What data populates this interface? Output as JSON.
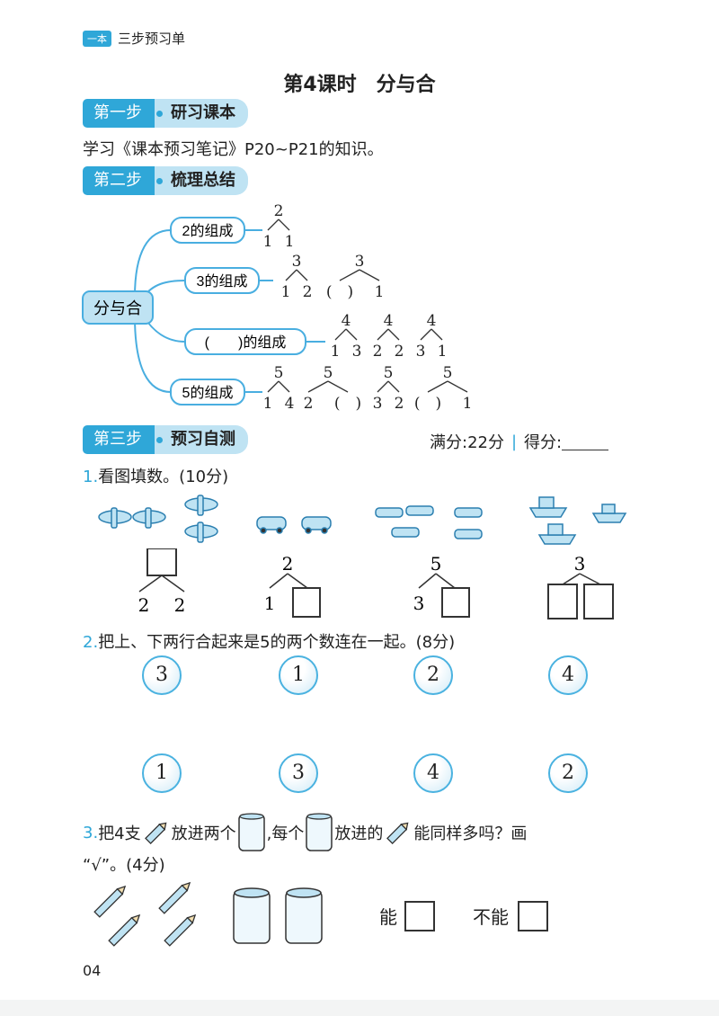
{
  "header": {
    "brand_logo": "一本",
    "brand_text": "三步预习单"
  },
  "lesson_title": "第4课时　分与合",
  "step1": {
    "tag": "第一步",
    "title": "研习课本",
    "desc": "学习《课本预习笔记》P20~P21的知识。"
  },
  "step2": {
    "tag": "第二步",
    "title": "梳理总结",
    "center": "分与合",
    "branches": [
      "2的组成",
      "3的组成",
      "(　　)的组成",
      "5的组成"
    ],
    "row2": [
      {
        "top": "2",
        "left": "1",
        "right": "1"
      }
    ],
    "row3": [
      {
        "top": "3",
        "left": "1",
        "right": "2"
      },
      {
        "top": "3",
        "left": "(　)",
        "right": "1"
      }
    ],
    "row4": [
      {
        "top": "4",
        "left": "1",
        "right": "3"
      },
      {
        "top": "4",
        "left": "2",
        "right": "2"
      },
      {
        "top": "4",
        "left": "3",
        "right": "1"
      }
    ],
    "row5": [
      {
        "top": "5",
        "left": "1",
        "right": "4"
      },
      {
        "top": "5",
        "left": "2",
        "right": "(　)"
      },
      {
        "top": "5",
        "left": "3",
        "right": "2"
      },
      {
        "top": "5",
        "left": "(　)",
        "right": "1"
      }
    ]
  },
  "step3": {
    "tag": "第三步",
    "title": "预习自测",
    "score_label": "满分:22分",
    "score_sep": "|",
    "score_got": "得分:"
  },
  "q1": {
    "num": "1.",
    "text": "看图填数。(10分)",
    "groups": [
      {
        "top": "",
        "left": "2",
        "right": "2"
      },
      {
        "top": "2",
        "left": "1",
        "right": ""
      },
      {
        "top": "5",
        "left": "3",
        "right": ""
      },
      {
        "top": "3",
        "left": "",
        "right": ""
      }
    ]
  },
  "q2": {
    "num": "2.",
    "text": "把上、下两行合起来是5的两个数连在一起。(8分)",
    "top_row": [
      "3",
      "1",
      "2",
      "4"
    ],
    "bottom_row": [
      "1",
      "3",
      "4",
      "2"
    ]
  },
  "q3": {
    "num": "3.",
    "text_a": "把4支",
    "text_b": "放进两个",
    "text_c": ",每个",
    "text_d": "放进的",
    "text_e": "能同样多吗？画",
    "text_f": "“√”。(4分)",
    "opt_yes": "能",
    "opt_no": "不能"
  },
  "page_number": "04",
  "colors": {
    "accent": "#2fa7d8",
    "accent_light": "#bfe3f3"
  }
}
